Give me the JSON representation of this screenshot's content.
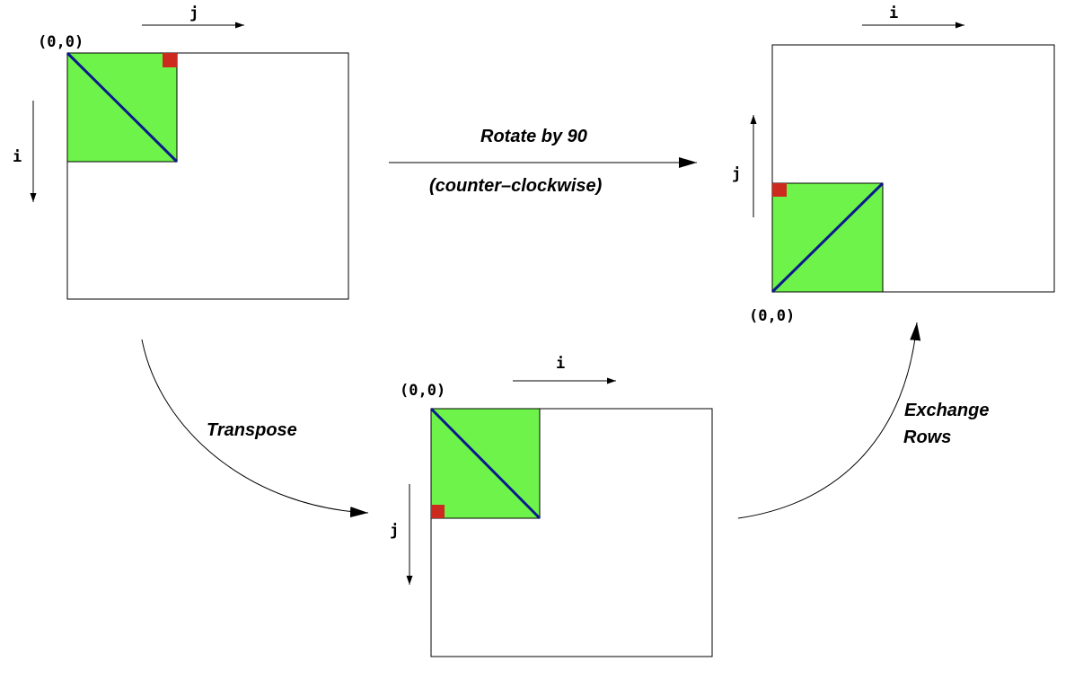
{
  "colors": {
    "block_fill": "#6ef34a",
    "diagonal": "#0a1a8c",
    "marker": "#cc2a1e",
    "frame": "#000000"
  },
  "top_left": {
    "origin": "(0,0)",
    "horizontal_axis": "j",
    "vertical_axis": "i"
  },
  "top_right": {
    "origin": "(0,0)",
    "horizontal_axis": "i",
    "vertical_axis": "j"
  },
  "bottom": {
    "origin": "(0,0)",
    "horizontal_axis": "i",
    "vertical_axis": "j"
  },
  "rotate_arrow": {
    "line1": "Rotate by 90",
    "line2": "(counter–clockwise)"
  },
  "transpose_arrow": {
    "label": "Transpose"
  },
  "exchange_arrow": {
    "line1": "Exchange",
    "line2": "Rows"
  }
}
